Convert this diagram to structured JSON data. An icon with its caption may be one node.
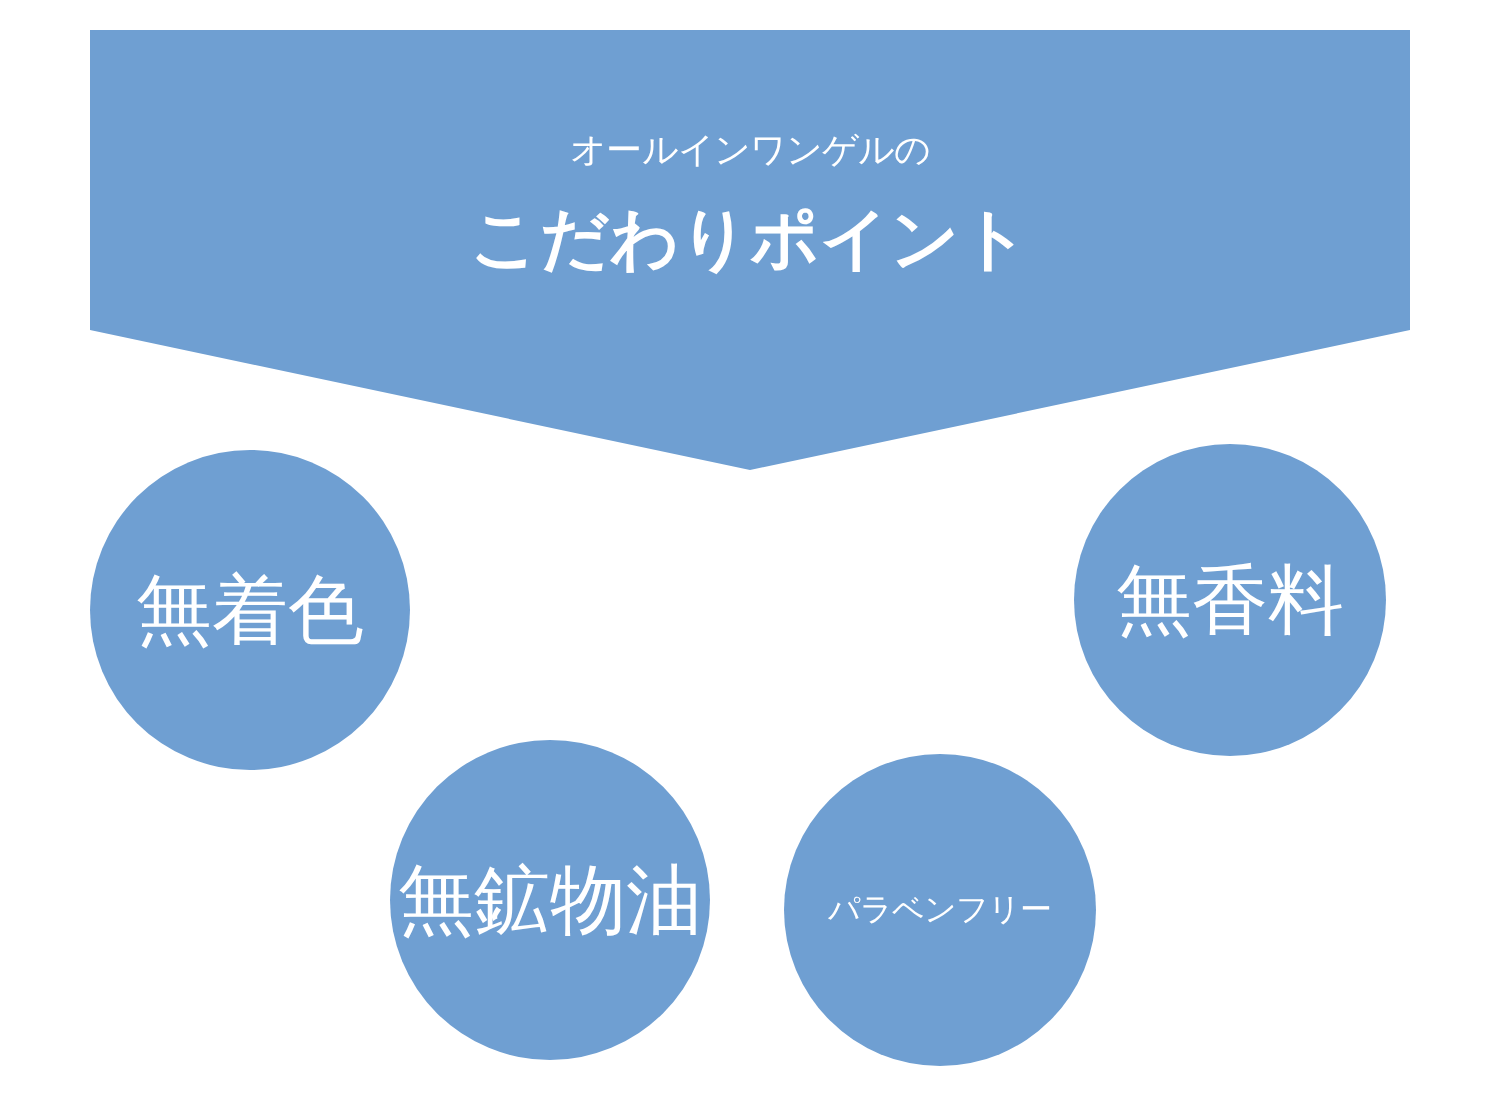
{
  "diagram": {
    "nodes": [
      {
        "text": [
          "オールインワンゲルの",
          "こだわりポイント"
        ]
      },
      {
        "text": [
          "無着色"
        ]
      },
      {
        "text": [
          "無香料"
        ]
      },
      {
        "text": [
          "無鉱物油"
        ]
      },
      {
        "text": [
          "パラベンフリー"
        ]
      }
    ]
  }
}
